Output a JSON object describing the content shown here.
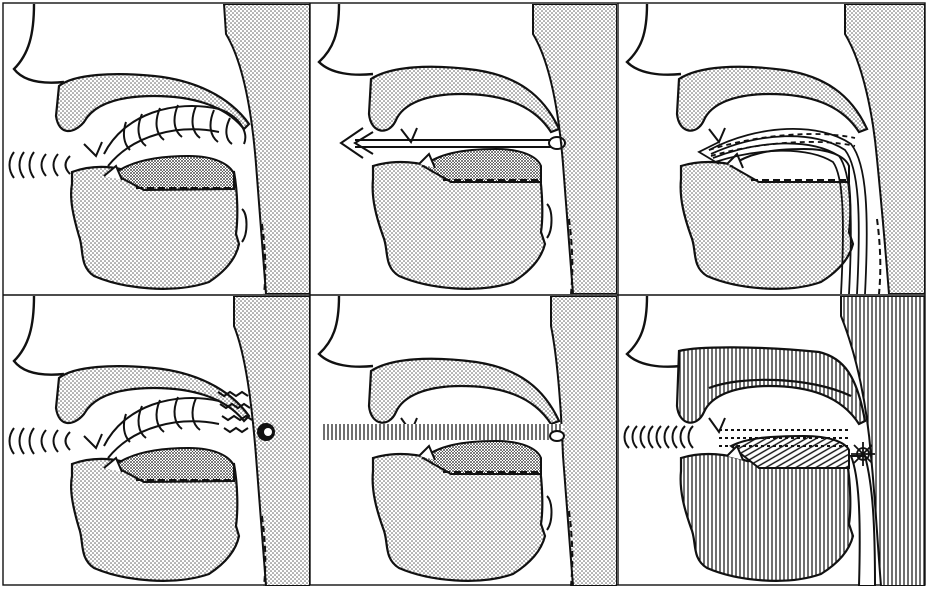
{
  "figure": {
    "rows": 2,
    "cols": 3,
    "panels": [
      {
        "id": "p1",
        "row": 0,
        "col": 0,
        "variant": "voiced-arc-waves"
      },
      {
        "id": "p2",
        "row": 0,
        "col": 1,
        "variant": "airflow-arrow"
      },
      {
        "id": "p3",
        "row": 0,
        "col": 2,
        "variant": "swept-stream"
      },
      {
        "id": "p4",
        "row": 1,
        "col": 0,
        "variant": "voiced-arc-source"
      },
      {
        "id": "p5",
        "row": 1,
        "col": 1,
        "variant": "hatched-beam"
      },
      {
        "id": "p6",
        "row": 1,
        "col": 2,
        "variant": "resonance-full"
      }
    ]
  },
  "colors": {
    "ink": "#111111",
    "paper": "#ffffff",
    "stipple": "#9a9a9a"
  }
}
